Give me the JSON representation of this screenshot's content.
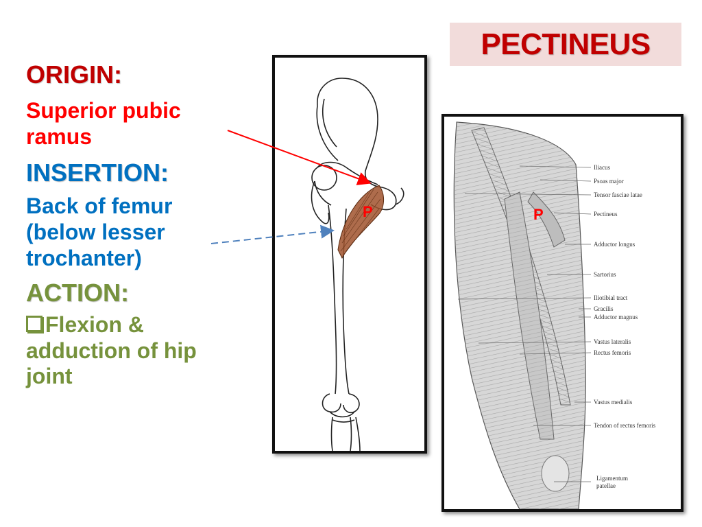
{
  "title": "PECTINEUS",
  "origin": {
    "heading": "ORIGIN:",
    "text": "Superior pubic ramus"
  },
  "insertion": {
    "heading": "INSERTION:",
    "text": "Back of femur (below lesser trochanter)"
  },
  "action": {
    "heading": "ACTION:",
    "text": "Flexion & adduction of hip joint"
  },
  "figure_left": {
    "marker": "P"
  },
  "figure_right": {
    "marker": "P",
    "labels": [
      "Iliacus",
      "Psoas major",
      "Tensor fasciae latae",
      "Pectineus",
      "Adductor longus",
      "Sartorius",
      "Iliotibial tract",
      "Gracilis",
      "Adductor magnus",
      "Vastus lateralis",
      "Rectus femoris",
      "Vastus medialis",
      "Tendon of rectus femoris",
      "Ligamentum",
      "patellae"
    ]
  },
  "colors": {
    "title_bg": "#f2dcdb",
    "title_text": "#c00000",
    "origin_heading": "#c00000",
    "origin_text": "#ff0000",
    "insertion": "#0070c0",
    "action": "#76923c",
    "muscle": "#a0522d"
  },
  "icons": {
    "action_bullet": "checkbox-square-icon",
    "origin_arrow": "red-arrow-icon",
    "insertion_arrow": "dashed-blue-arrow-icon"
  }
}
